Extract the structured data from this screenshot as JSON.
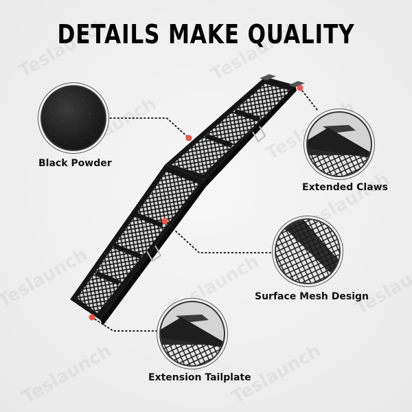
{
  "header": {
    "title": "DETAILS MAKE QUALITY"
  },
  "watermark": {
    "text": "Teslaunch"
  },
  "features": [
    {
      "id": "black-powder",
      "label": "Black Powder"
    },
    {
      "id": "extended-claws",
      "label": "Extended Claws"
    },
    {
      "id": "surface-mesh-design",
      "label": "Surface Mesh Design"
    },
    {
      "id": "extension-tailplate",
      "label": "Extension Tailplate"
    }
  ],
  "colors": {
    "marker": "#f05545",
    "frame": "#1a1a1a",
    "background": "#efefef"
  }
}
